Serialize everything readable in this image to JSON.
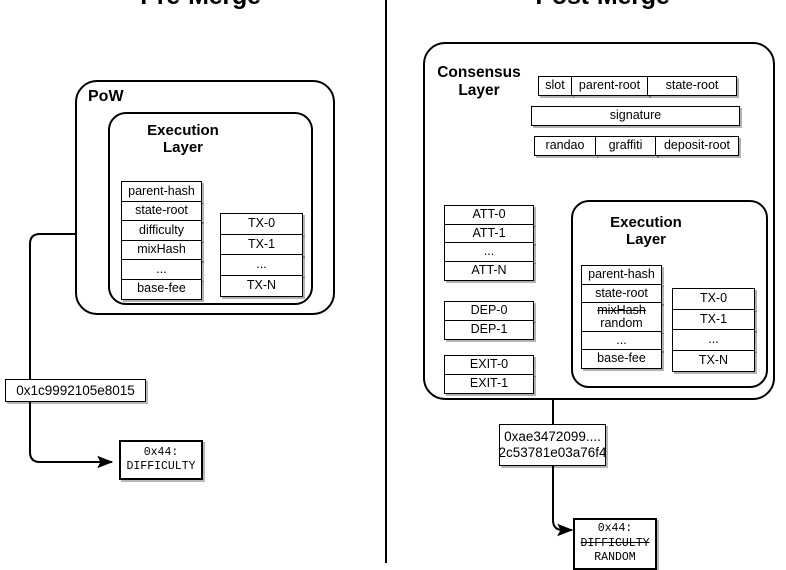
{
  "titles": {
    "pre": "Pre-Merge",
    "post": "Post-Merge"
  },
  "pre_merge": {
    "pow_label": "PoW",
    "execution_label": "Execution\nLayer",
    "header_fields": [
      "parent-hash",
      "state-root",
      "difficulty",
      "mixHash",
      "...",
      "base-fee"
    ],
    "transactions": [
      "TX-0",
      "TX-1",
      "...",
      "TX-N"
    ],
    "difficulty_value": "0x1c9992105e8015",
    "opcode": {
      "code": "0x44:",
      "name": "DIFFICULTY"
    }
  },
  "post_merge": {
    "consensus_label": "Consensus\nLayer",
    "execution_label": "Execution\nLayer",
    "consensus_header_rows": [
      [
        "slot",
        "parent-root",
        "state-root"
      ],
      [
        "signature"
      ],
      [
        "randao",
        "graffiti",
        "deposit-root"
      ]
    ],
    "attestations": [
      "ATT-0",
      "ATT-1",
      "...",
      "ATT-N"
    ],
    "deposits": [
      "DEP-0",
      "DEP-1"
    ],
    "exits": [
      "EXIT-0",
      "EXIT-1"
    ],
    "header_fields": {
      "parent_hash": "parent-hash",
      "state_root": "state-root",
      "mixhash_old": "mixHash",
      "mixhash_new": "random",
      "ellipsis": "...",
      "base_fee": "base-fee"
    },
    "transactions": [
      "TX-0",
      "TX-1",
      "...",
      "TX-N"
    ],
    "randao_value": "0xae3472099....\n2c53781e03a76f4",
    "opcode": {
      "code": "0x44:",
      "old_name": "DIFFICULTY",
      "new_name": "RANDOM"
    }
  },
  "colors": {
    "stroke": "#000000",
    "background": "#ffffff",
    "shadow": "rgba(0,0,0,0.30)"
  }
}
